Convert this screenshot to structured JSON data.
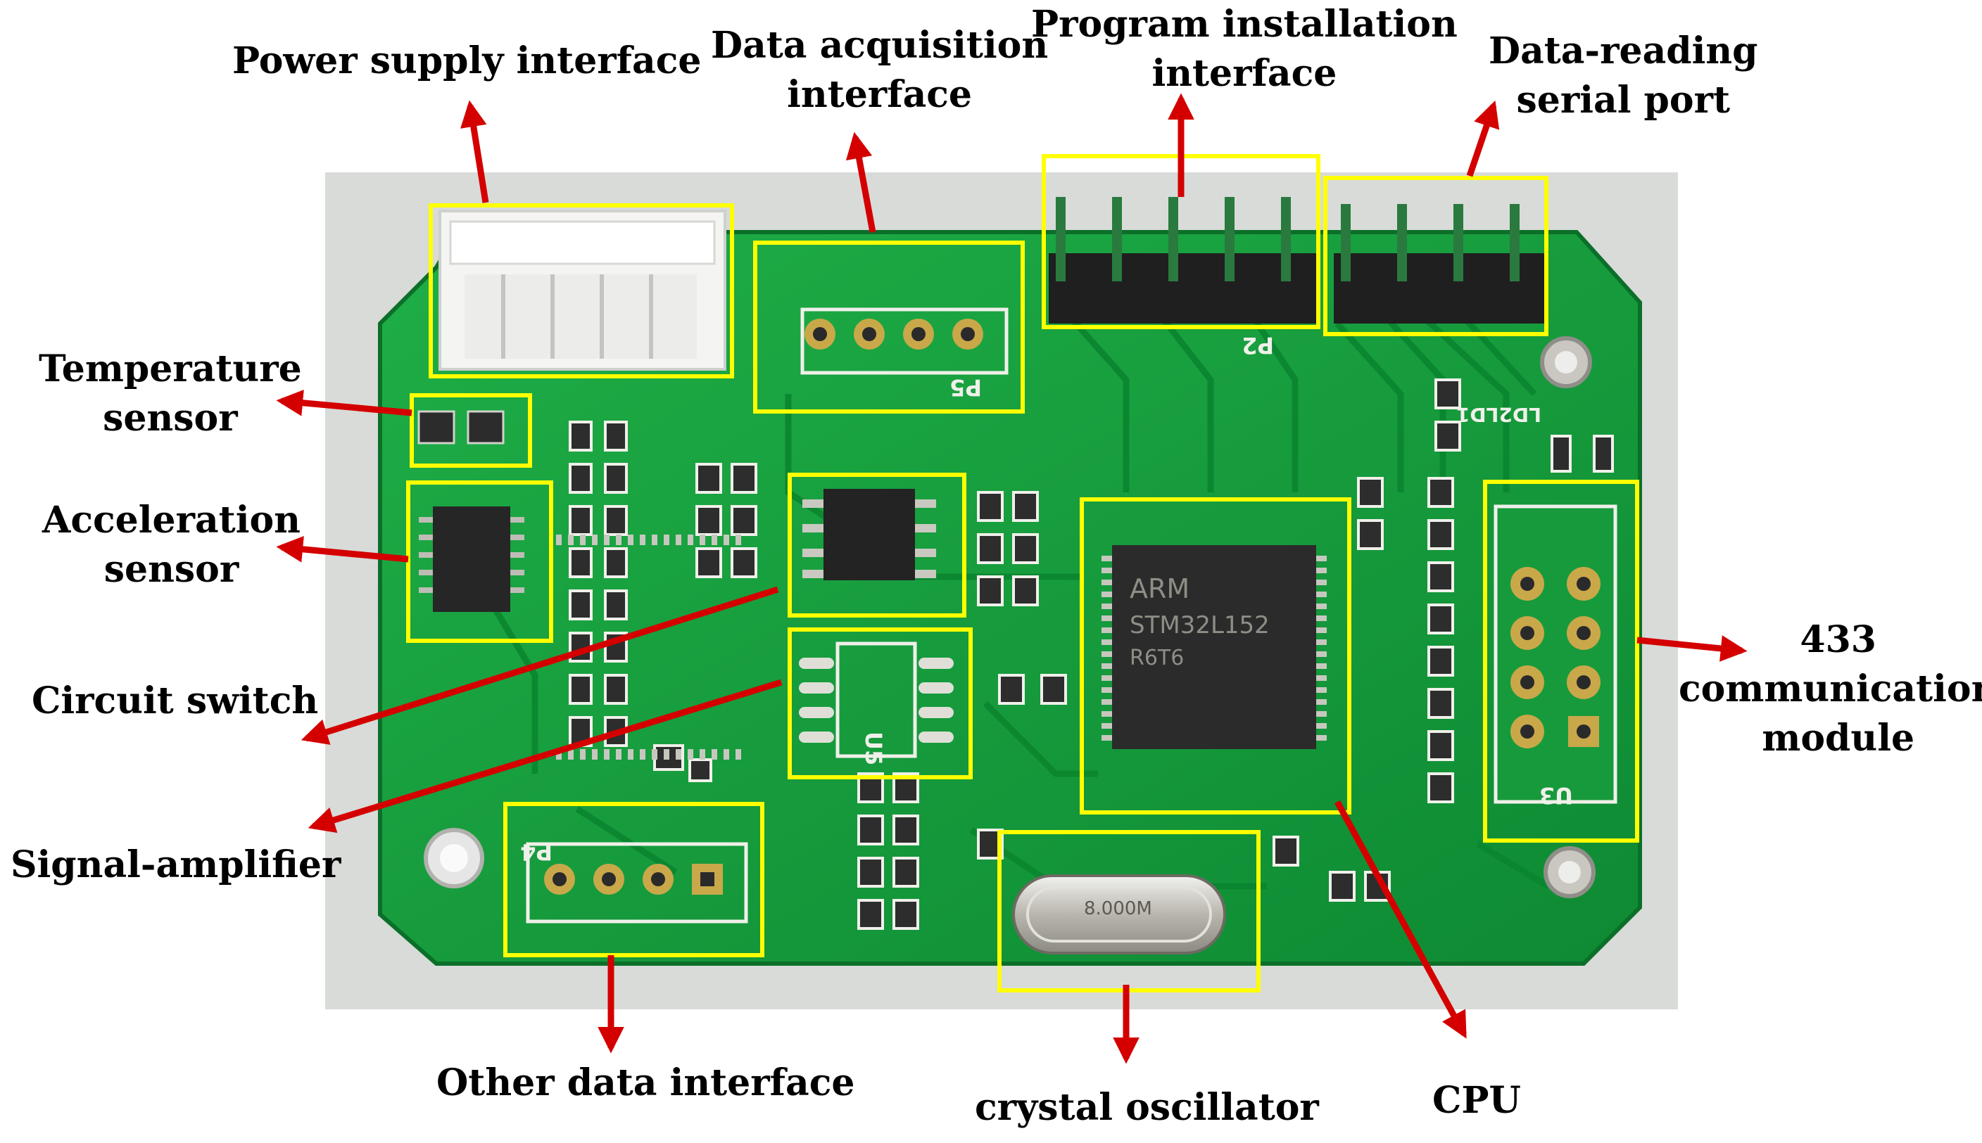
{
  "colors": {
    "highlight": "#ffff00",
    "arrow": "#d40000",
    "board": "#159a3c",
    "photo_bg": "#d8dbd8"
  },
  "labels": {
    "power_supply": "Power supply interface",
    "data_acquisition": [
      "Data acquisition",
      "interface"
    ],
    "program_installation": [
      "Program installation",
      "interface"
    ],
    "data_reading": [
      "Data-reading",
      "serial port"
    ],
    "temperature_sensor": [
      "Temperature",
      "sensor"
    ],
    "acceleration_sensor": [
      "Acceleration",
      "sensor"
    ],
    "circuit_switch": "Circuit switch",
    "signal_amplifier": "Signal-amplifier",
    "comm_module": [
      "433",
      "communication",
      "module"
    ],
    "other_data": "Other data interface",
    "crystal_oscillator": "crystal oscillator",
    "cpu": "CPU"
  },
  "silkscreen": {
    "p5": "P5",
    "p2": "P2",
    "p4": "P4",
    "u5": "U5",
    "u3": "U3",
    "ld2": "LD2LD1",
    "cpu_brand": "ARM",
    "cpu_part": "STM32L152",
    "cpu_sub": "R6T6",
    "crystal_marking": "8.000M"
  }
}
